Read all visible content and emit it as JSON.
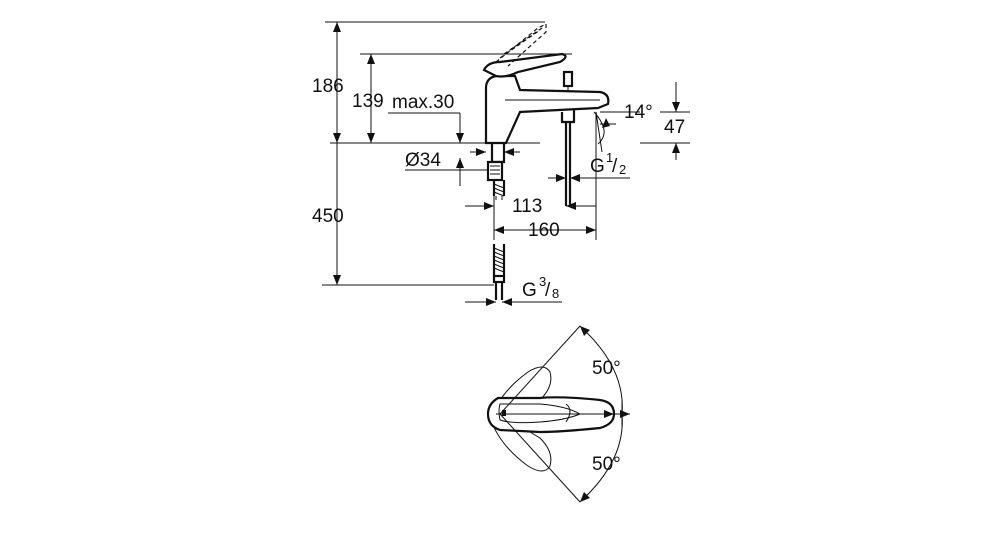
{
  "dimensions": {
    "height_total": "186",
    "height_spout": "139",
    "max_deck": "max.30",
    "hole_diameter": "Ø34",
    "hose_length": "450",
    "reach_113": "113",
    "reach_160": "160",
    "angle_spout": "14°",
    "spout_height": "47",
    "thread_outlet": "G",
    "thread_outlet_num": "1",
    "thread_outlet_den": "2",
    "thread_inlet": "G",
    "thread_inlet_num": "3",
    "thread_inlet_den": "8",
    "angle_top": "50°",
    "angle_bottom": "50°"
  }
}
